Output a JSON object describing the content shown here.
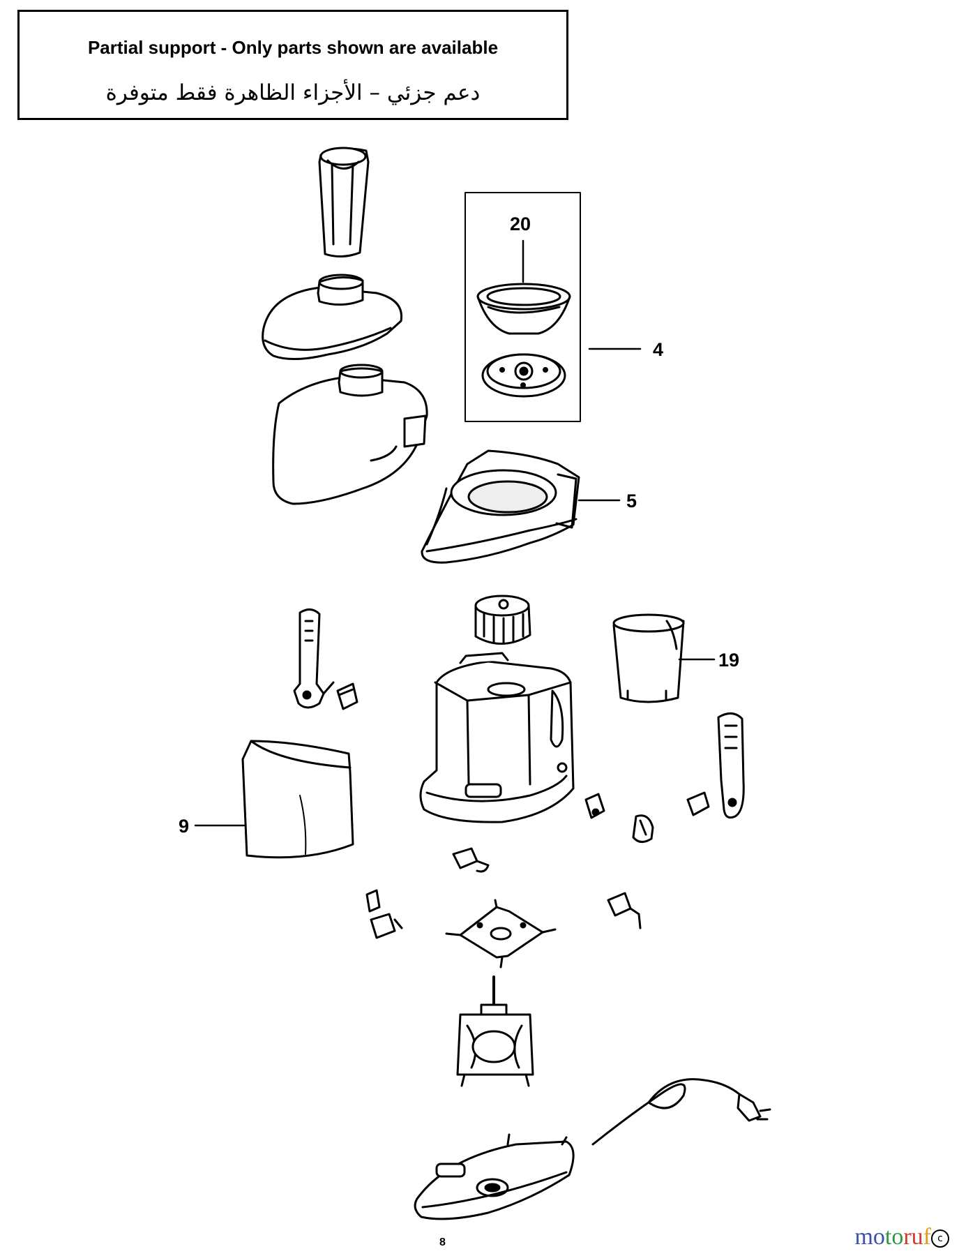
{
  "notice": {
    "english": "Partial support - Only parts shown are available",
    "arabic": "دعم جزئي – الأجزاء الظاهرة فقط متوفرة"
  },
  "callouts": {
    "part_20": "20",
    "part_4": "4",
    "part_5": "5",
    "part_19": "19",
    "part_9": "9"
  },
  "footer_mark": "8",
  "watermark": {
    "text_1": "mo",
    "text_2": "to",
    "text_3": "ru",
    "text_4": "f",
    "copyright": "c"
  },
  "colors": {
    "line": "#000000",
    "paper": "#ffffff",
    "shade": "#d9d9d9"
  }
}
